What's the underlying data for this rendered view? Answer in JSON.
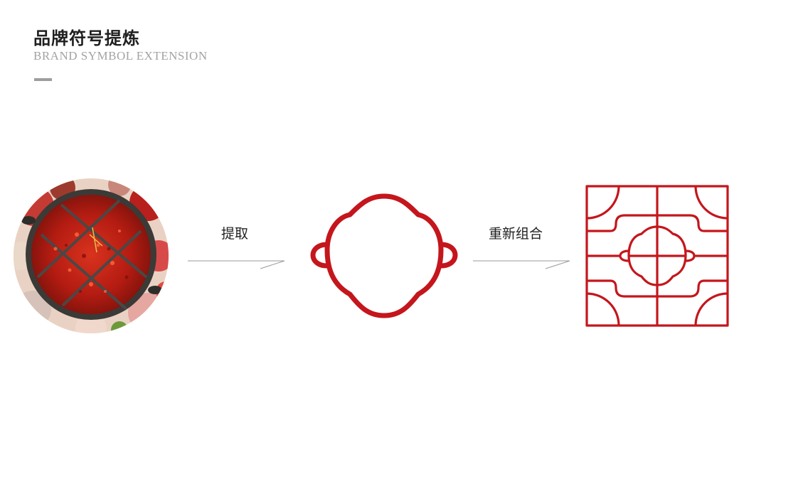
{
  "header": {
    "title_cn": "品牌符号提炼",
    "title_en": "BRAND SYMBOL EXTENSION"
  },
  "steps": {
    "extract_label": "提取",
    "recombine_label": "重新组合"
  },
  "colors": {
    "brand_red": "#c4161c",
    "title_text": "#1f1f1f",
    "subtitle_text": "#a3a3a3",
    "arrow_line": "#9a9a9a"
  },
  "icons": {
    "source_image": "hotpot-photo",
    "extracted_symbol": "hotpot-outline-icon",
    "combined_symbol": "lattice-pattern-icon"
  }
}
